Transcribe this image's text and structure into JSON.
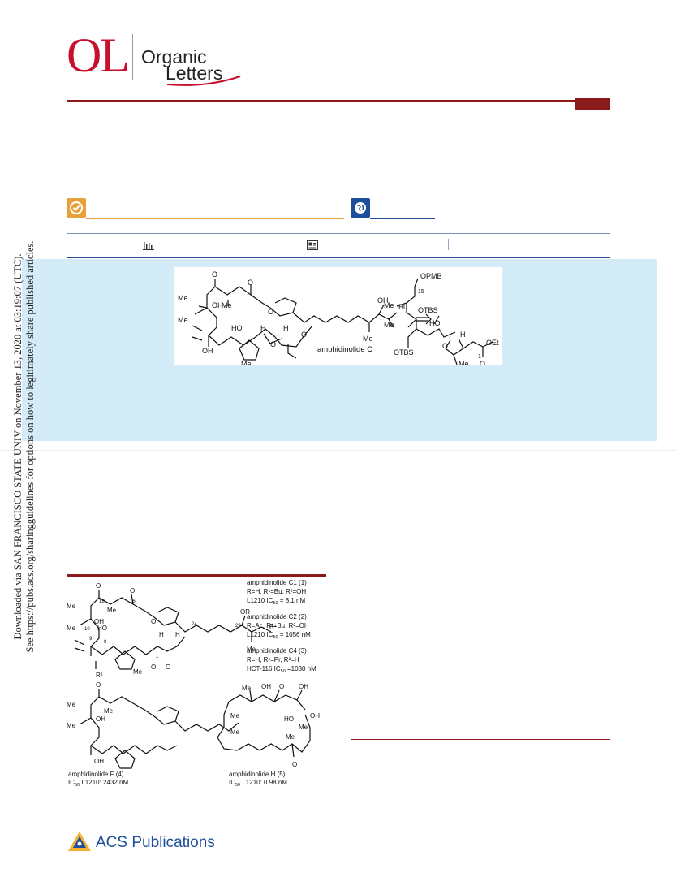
{
  "journal": {
    "logo_abbrev": "OL",
    "logo_word1": "Organic",
    "logo_word2": "Letters",
    "brand_color": "#c8102e",
    "accent_color": "#8b1a1a"
  },
  "badges": {
    "open_access_icon": "check-circle-icon",
    "open_access_color": "#e8a03a",
    "globe_icon": "globe-icon",
    "globe_color": "#1f4e9a"
  },
  "metrics_bar": {
    "metrics_icon": "bar-chart-icon",
    "article_icon": "article-icon"
  },
  "side_notice": {
    "line1": "Downloaded via SAN FRANCISCO STATE UNIV on November 13, 2020 at 03:19:07 (UTC).",
    "line2": "See https://pubs.acs.org/sharingguidelines for options on how to legitimately share published articles."
  },
  "toc_graphic": {
    "labels": {
      "compound": "amphidinolide  C",
      "opmb": "OPMB",
      "otbs": "OTBS",
      "oet": "OEt",
      "c15": "15",
      "c1": "1",
      "bu": "Bu"
    }
  },
  "figure": {
    "c1_name": "amphidinolide  C1 (1)",
    "c1_subst": "R=H, R¹=Bu, R²=OH",
    "c1_ic_prefix": "L1210 IC",
    "c1_ic_value": " = 8.1 nM",
    "c2_name": "amphidinolide C2 (2)",
    "c2_subst": "R=Ac, R¹=Bu, R²=OH",
    "c2_ic_prefix": "L1210 IC",
    "c2_ic_value": " = 1056 nM",
    "c4_name": "amphidinolide C4 (3)",
    "c4_subst": "R=H, R¹=Pr, R²=H",
    "c4_ic_prefix": "HCT-116 IC",
    "c4_ic_value": " =1030 nM",
    "f_name": "amphidinolide F (4)",
    "f_ic_prefix": "IC",
    "f_ic_value": " L1210: 2432 nM",
    "h_name": "amphidinolide H (5)",
    "h_ic_prefix": "IC",
    "h_ic_value": " L1210: 0.98 nM",
    "ic_sub": "50"
  },
  "publisher": {
    "name": "ACS Publications",
    "color": "#1f4e9a"
  }
}
